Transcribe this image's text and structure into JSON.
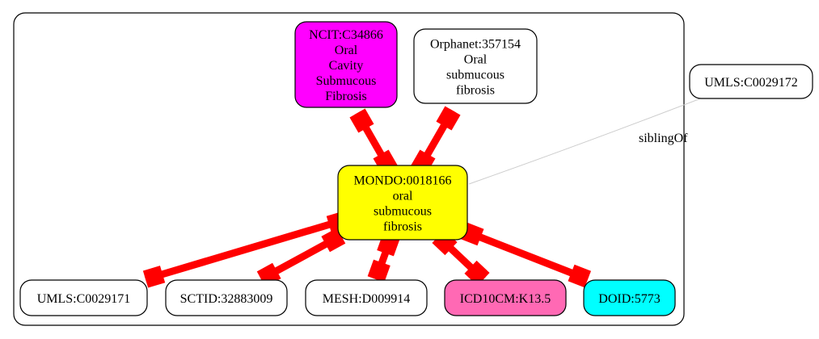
{
  "graph": {
    "nodes": [
      {
        "id": "mondo",
        "lines": [
          "MONDO:0018166",
          "oral",
          "submucous",
          "fibrosis"
        ],
        "fill": "#ffff00"
      },
      {
        "id": "ncit",
        "lines": [
          "NCIT:C34866",
          "Oral",
          "Cavity",
          "Submucous",
          "Fibrosis"
        ],
        "fill": "#ff00ff"
      },
      {
        "id": "orphanet",
        "lines": [
          "Orphanet:357154",
          "Oral",
          "submucous",
          "fibrosis"
        ],
        "fill": "#ffffff"
      },
      {
        "id": "umls2",
        "lines": [
          "UMLS:C0029172"
        ],
        "fill": "#ffffff"
      },
      {
        "id": "umls1",
        "lines": [
          "UMLS:C0029171"
        ],
        "fill": "#ffffff"
      },
      {
        "id": "sctid",
        "lines": [
          "SCTID:32883009"
        ],
        "fill": "#ffffff"
      },
      {
        "id": "mesh",
        "lines": [
          "MESH:D009914"
        ],
        "fill": "#ffffff"
      },
      {
        "id": "icd",
        "lines": [
          "ICD10CM:K13.5"
        ],
        "fill": "#ff69b4"
      },
      {
        "id": "doid",
        "lines": [
          "DOID:5773"
        ],
        "fill": "#00ffff"
      }
    ],
    "edges": [
      {
        "from": "ncit",
        "to": "mondo",
        "style": "equivalent",
        "color": "#ff0000"
      },
      {
        "from": "orphanet",
        "to": "mondo",
        "style": "equivalent",
        "color": "#ff0000"
      },
      {
        "from": "mondo",
        "to": "umls1",
        "style": "equivalent",
        "color": "#ff0000"
      },
      {
        "from": "mondo",
        "to": "sctid",
        "style": "equivalent",
        "color": "#ff0000"
      },
      {
        "from": "mondo",
        "to": "mesh",
        "style": "equivalent",
        "color": "#ff0000"
      },
      {
        "from": "mondo",
        "to": "icd",
        "style": "equivalent",
        "color": "#ff0000"
      },
      {
        "from": "mondo",
        "to": "doid",
        "style": "equivalent",
        "color": "#ff0000"
      },
      {
        "from": "mondo",
        "to": "umls2",
        "style": "thin-arrow",
        "label": "siblingOf",
        "color": "#cccccc"
      }
    ]
  }
}
